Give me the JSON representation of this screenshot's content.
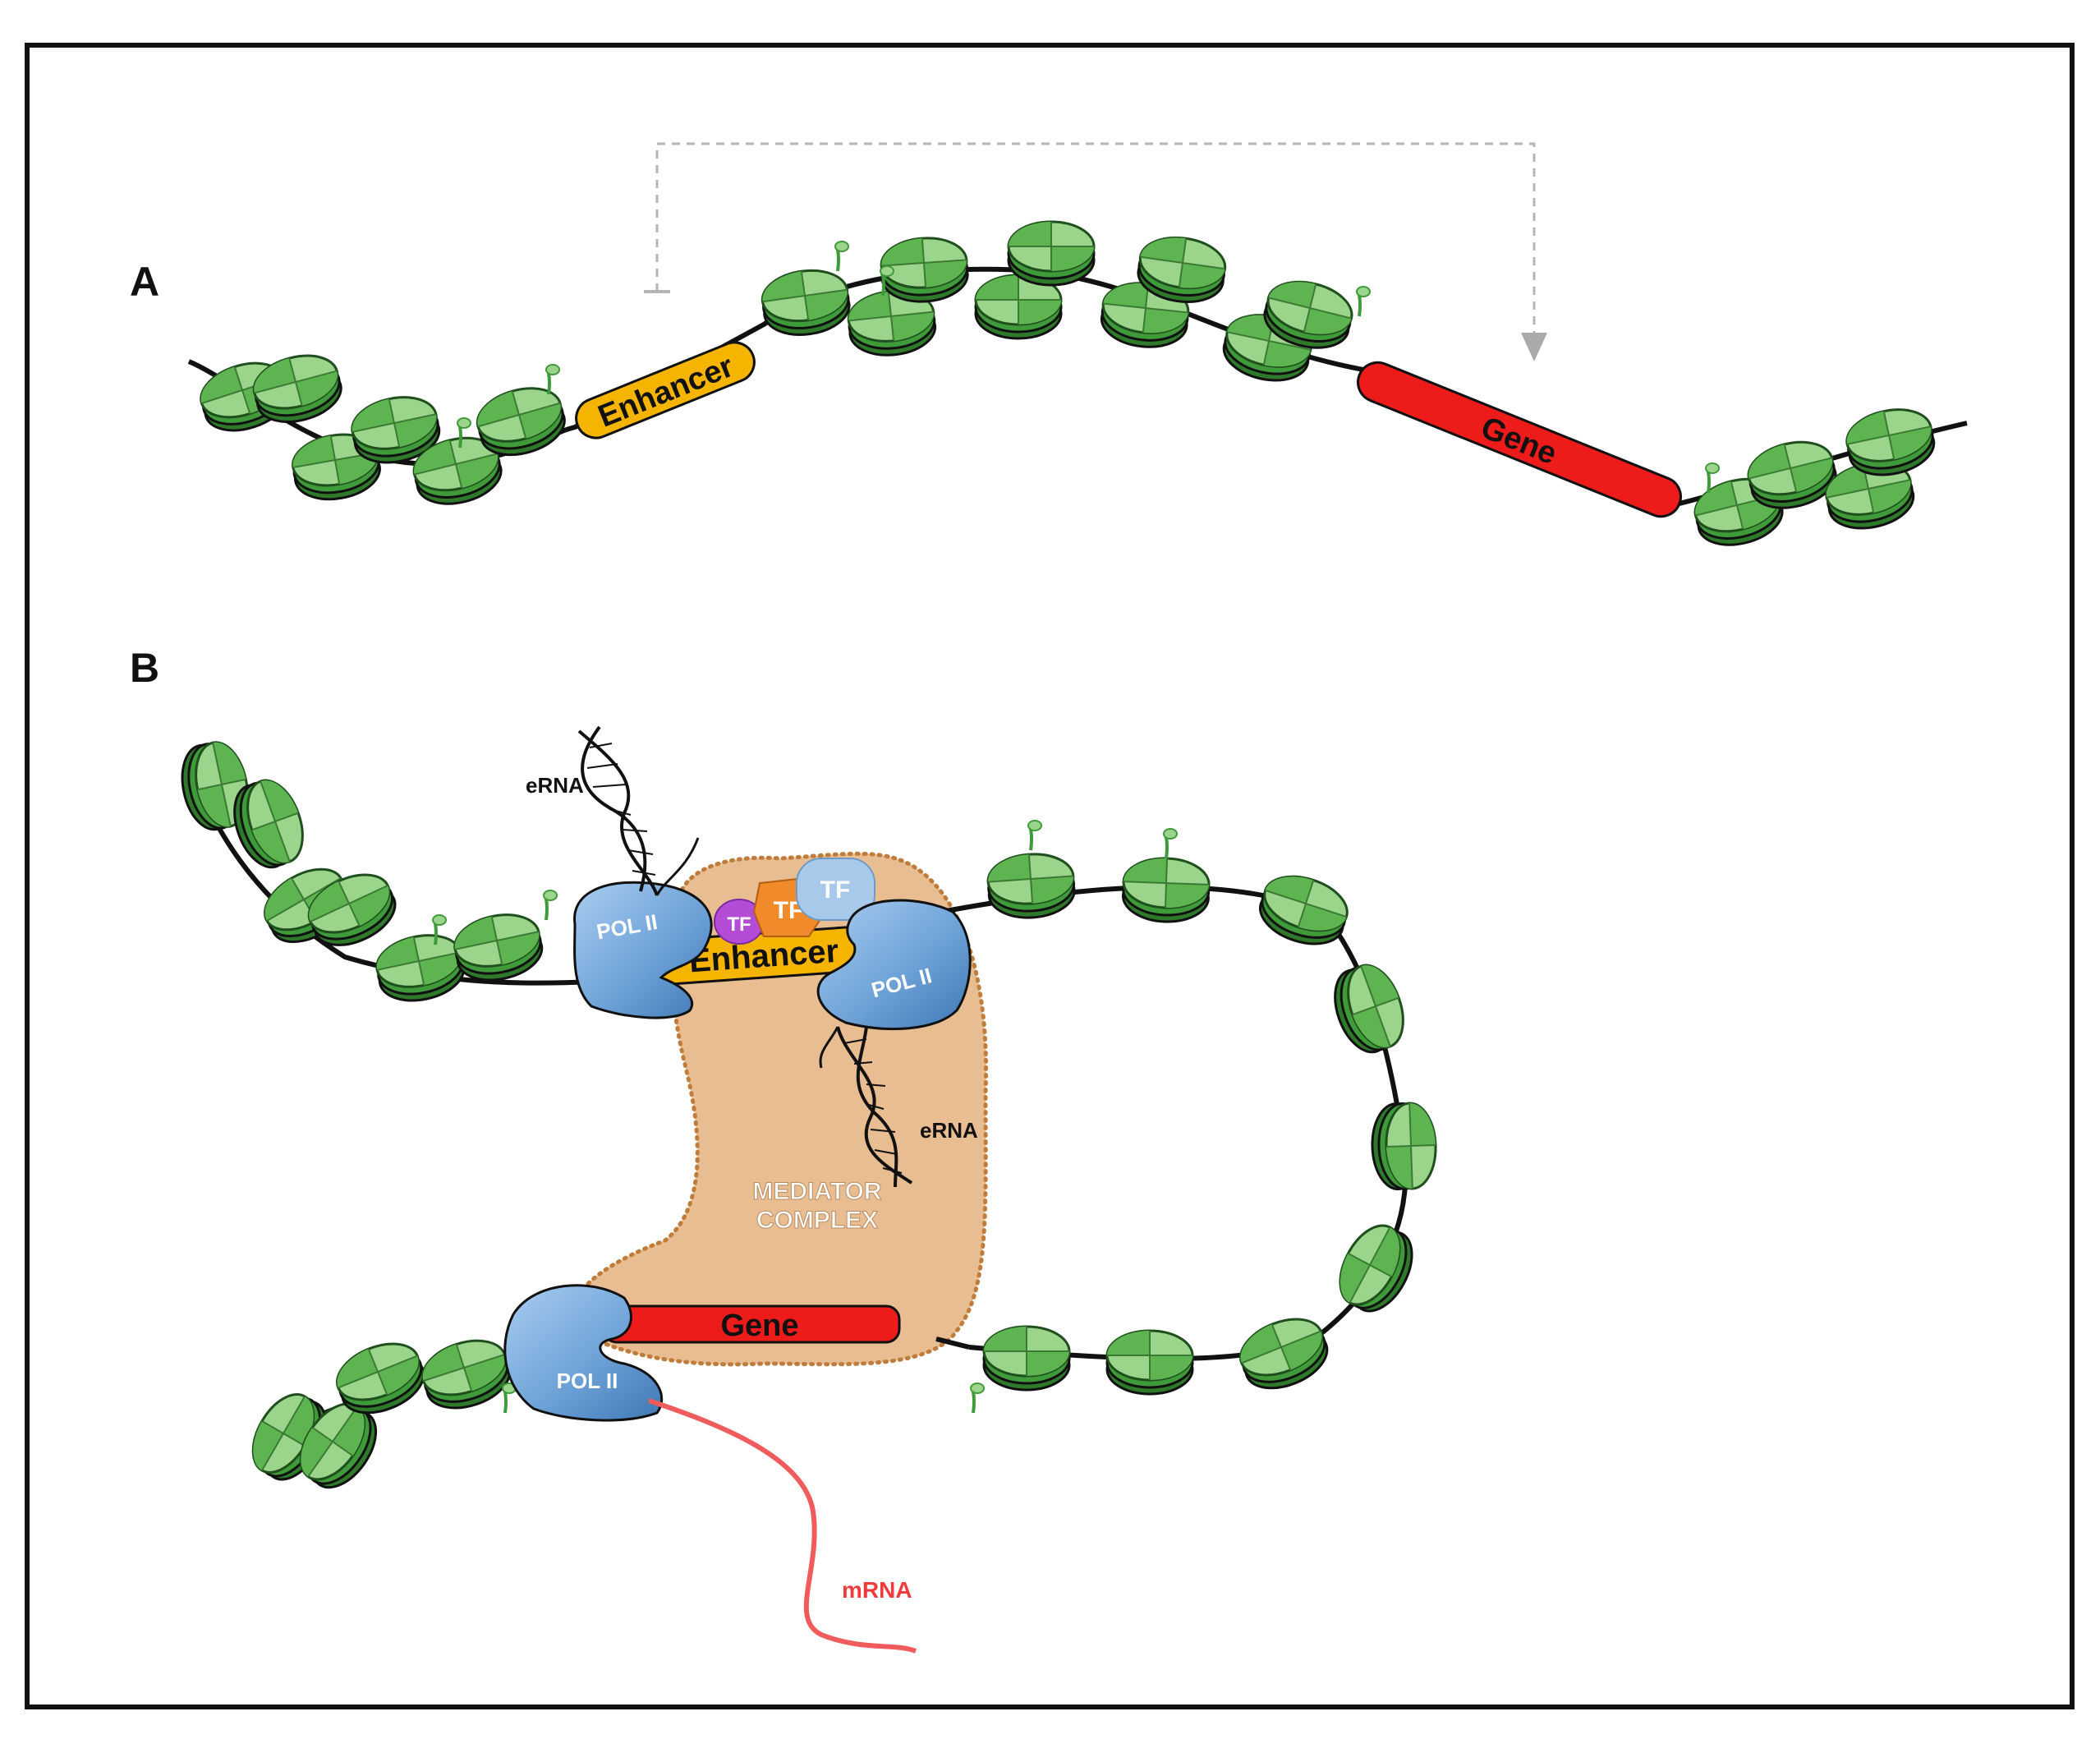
{
  "panels": {
    "a": {
      "letter": "A"
    },
    "b": {
      "letter": "B"
    }
  },
  "labels": {
    "enhancer": "Enhancer",
    "gene": "Gene",
    "pol2": "POL II",
    "tf": "TF",
    "erna": "eRNA",
    "mrna": "mRNA",
    "mediator_line1": "MEDIATOR",
    "mediator_line2": "COMPLEX"
  },
  "colors": {
    "nucleosome_dark": "#3f9a3a",
    "nucleosome_light": "#9bd58c",
    "enhancer": "#f5b400",
    "gene": "#ee1b1b",
    "pol2": "#6fa3d8",
    "mediator": "#e9bd92",
    "mediator_border": "#c07c3a",
    "mrna": "#f05b5b",
    "tf_purple": "#b44cd8",
    "tf_orange": "#f08a2a",
    "tf_blue": "#a9c9ea"
  }
}
